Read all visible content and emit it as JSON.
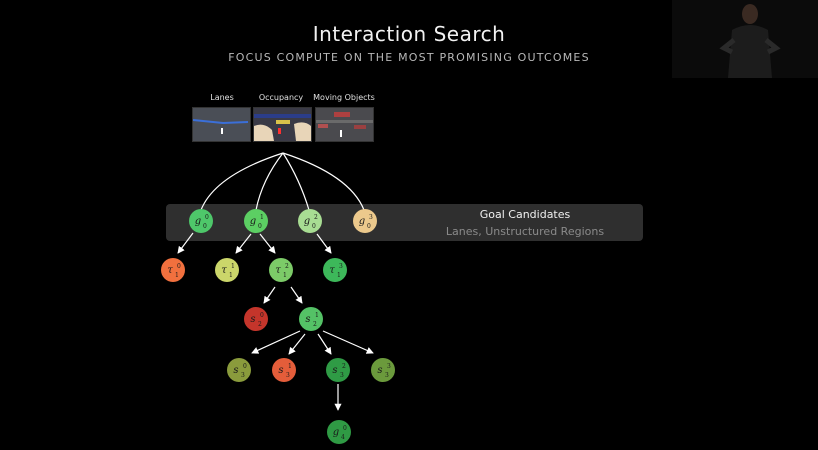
{
  "header": {
    "title": "Interaction Search",
    "subtitle": "FOCUS COMPUTE ON THE MOST PROMISING OUTCOMES"
  },
  "inputs": {
    "lanes_label": "Lanes",
    "occupancy_label": "Occupancy",
    "moving_objects_label": "Moving Objects"
  },
  "goal_band": {
    "title": "Goal Candidates",
    "subtitle": "Lanes, Unstructured Regions"
  },
  "colors": {
    "background": "#000000",
    "band": "#2f2f2f",
    "green": "#3fbf55",
    "light_green": "#9fdc8a",
    "yellow_green": "#c9d765",
    "tan": "#e8c98a",
    "orange": "#f26b3a",
    "red": "#c8382c",
    "olive": "#7f9a3a",
    "dark_green": "#2f8f3a",
    "edge": "#ffffff"
  },
  "nodes": [
    {
      "id": "g0_0",
      "sym": "g",
      "sub": "0",
      "sup": "0",
      "color": "#4ec76a"
    },
    {
      "id": "g0_1",
      "sym": "g",
      "sub": "0",
      "sup": "1",
      "color": "#5ccf63"
    },
    {
      "id": "g0_2",
      "sym": "g",
      "sub": "0",
      "sup": "2",
      "color": "#a8dd93"
    },
    {
      "id": "g0_3",
      "sym": "g",
      "sub": "0",
      "sup": "3",
      "color": "#ecc98c"
    },
    {
      "id": "t1_0",
      "sym": "τ",
      "sub": "1",
      "sup": "0",
      "color": "#f1703e"
    },
    {
      "id": "t1_1",
      "sym": "τ",
      "sub": "1",
      "sup": "1",
      "color": "#cbd66a"
    },
    {
      "id": "t1_2",
      "sym": "τ",
      "sub": "1",
      "sup": "2",
      "color": "#7ccb68"
    },
    {
      "id": "t1_3",
      "sym": "τ",
      "sub": "1",
      "sup": "3",
      "color": "#3db85a"
    },
    {
      "id": "s2_0",
      "sym": "s",
      "sub": "2",
      "sup": "0",
      "color": "#c4352b"
    },
    {
      "id": "s2_1",
      "sym": "s",
      "sub": "2",
      "sup": "1",
      "color": "#54c266"
    },
    {
      "id": "s3_0",
      "sym": "s",
      "sub": "3",
      "sup": "0",
      "color": "#8a9b3c"
    },
    {
      "id": "s3_1",
      "sym": "s",
      "sub": "3",
      "sup": "1",
      "color": "#e45d3a"
    },
    {
      "id": "s3_2",
      "sym": "s",
      "sub": "3",
      "sup": "2",
      "color": "#2f9b45"
    },
    {
      "id": "s3_3",
      "sym": "s",
      "sub": "3",
      "sup": "3",
      "color": "#6b9a3c"
    },
    {
      "id": "g4_0",
      "sym": "g",
      "sub": "4",
      "sup": "0",
      "color": "#2f9a44"
    }
  ]
}
